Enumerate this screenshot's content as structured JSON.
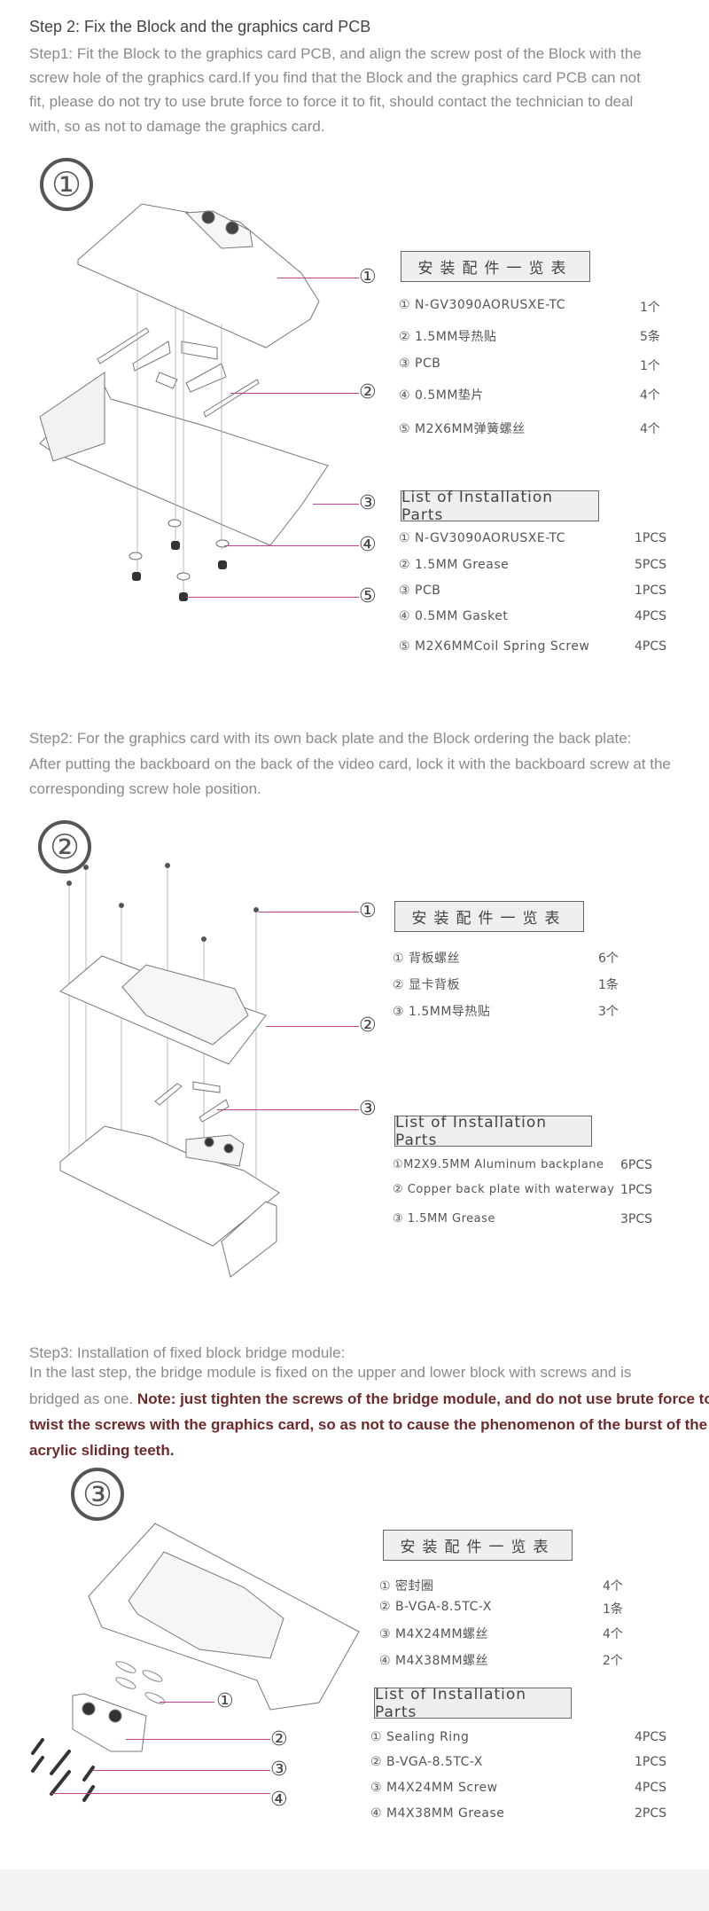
{
  "step2_header": {
    "title": "Step 2: Fix the Block and the graphics card PCB",
    "lines": [
      "Step1: Fit the Block to the graphics card PCB, and align the screw post of the Block with the",
      "screw hole of the graphics card.If you find that the Block and the graphics card PCB can not",
      "fit, please do not try to use brute force to force it to fit, should contact the technician to deal",
      "with, so as not to damage the graphics card."
    ]
  },
  "section1": {
    "big_number": "①",
    "callouts": [
      "①",
      "②",
      "③",
      "④",
      "⑤"
    ],
    "cn_title": "安装配件一览表",
    "cn_items": [
      {
        "label": "① N-GV3090AORUSXE-TC",
        "qty": "1个"
      },
      {
        "label": "② 1.5MM导热贴",
        "qty": "5条"
      },
      {
        "label": "③ PCB",
        "qty": "1个"
      },
      {
        "label": "④ 0.5MM垫片",
        "qty": "4个"
      },
      {
        "label": "⑤ M2X6MM弹簧螺丝",
        "qty": "4个"
      }
    ],
    "en_title": "List of Installation Parts",
    "en_items": [
      {
        "label": "① N-GV3090AORUSXE-TC",
        "qty": "1PCS"
      },
      {
        "label": "② 1.5MM Grease",
        "qty": "5PCS"
      },
      {
        "label": "③ PCB",
        "qty": "1PCS"
      },
      {
        "label": "④ 0.5MM Gasket",
        "qty": "4PCS"
      },
      {
        "label": "⑤ M2X6MMCoil Spring Screw",
        "qty": "4PCS"
      }
    ]
  },
  "section2": {
    "lines": [
      "Step2: For the graphics card with its own back plate and the Block ordering the back plate:",
      "After putting the backboard on the back of the video card, lock it with the backboard screw at the",
      "corresponding screw hole position."
    ],
    "big_number": "②",
    "callouts": [
      "①",
      "②",
      "③"
    ],
    "cn_title": "安装配件一览表",
    "cn_items": [
      {
        "label": "① 背板螺丝",
        "qty": "6个"
      },
      {
        "label": "② 显卡背板",
        "qty": "1条"
      },
      {
        "label": "③ 1.5MM导热贴",
        "qty": "3个"
      }
    ],
    "en_title": "List of Installation Parts",
    "en_items": [
      {
        "label": "①M2X9.5MM Aluminum backplane",
        "qty": "6PCS"
      },
      {
        "label": "② Copper back plate with waterway",
        "qty": "1PCS"
      },
      {
        "label": "③ 1.5MM Grease",
        "qty": "3PCS"
      }
    ]
  },
  "section3": {
    "heading": "Step3: Installation of fixed block bridge module:",
    "line1": "In the last step, the bridge module is fixed on the upper and lower block with screws and is",
    "line2_plain": "bridged as one. ",
    "note_part1": "Note: just tighten the screws of the bridge module, and do not use brute force to",
    "note_part2": "twist the screws with the graphics card, so as not to cause the phenomenon of the burst of the",
    "note_part3": "acrylic sliding teeth.",
    "big_number": "③",
    "callouts": [
      "①",
      "②",
      "③",
      "④"
    ],
    "cn_title": "安装配件一览表",
    "cn_items": [
      {
        "label": "① 密封圈",
        "qty": "4个"
      },
      {
        "label": "② B-VGA-8.5TC-X",
        "qty": "1条"
      },
      {
        "label": "③ M4X24MM螺丝",
        "qty": "4个"
      },
      {
        "label": "④ M4X38MM螺丝",
        "qty": "2个"
      }
    ],
    "en_title": "List of Installation Parts",
    "en_items": [
      {
        "label": "① Sealing  Ring",
        "qty": "4PCS"
      },
      {
        "label": "② B-VGA-8.5TC-X",
        "qty": "1PCS"
      },
      {
        "label": "③ M4X24MM Screw",
        "qty": "4PCS"
      },
      {
        "label": "④ M4X38MM Grease",
        "qty": "2PCS"
      }
    ]
  },
  "colors": {
    "leader": "#c2428a",
    "note": "#6e2a2a",
    "text": "#8a8a8a"
  }
}
